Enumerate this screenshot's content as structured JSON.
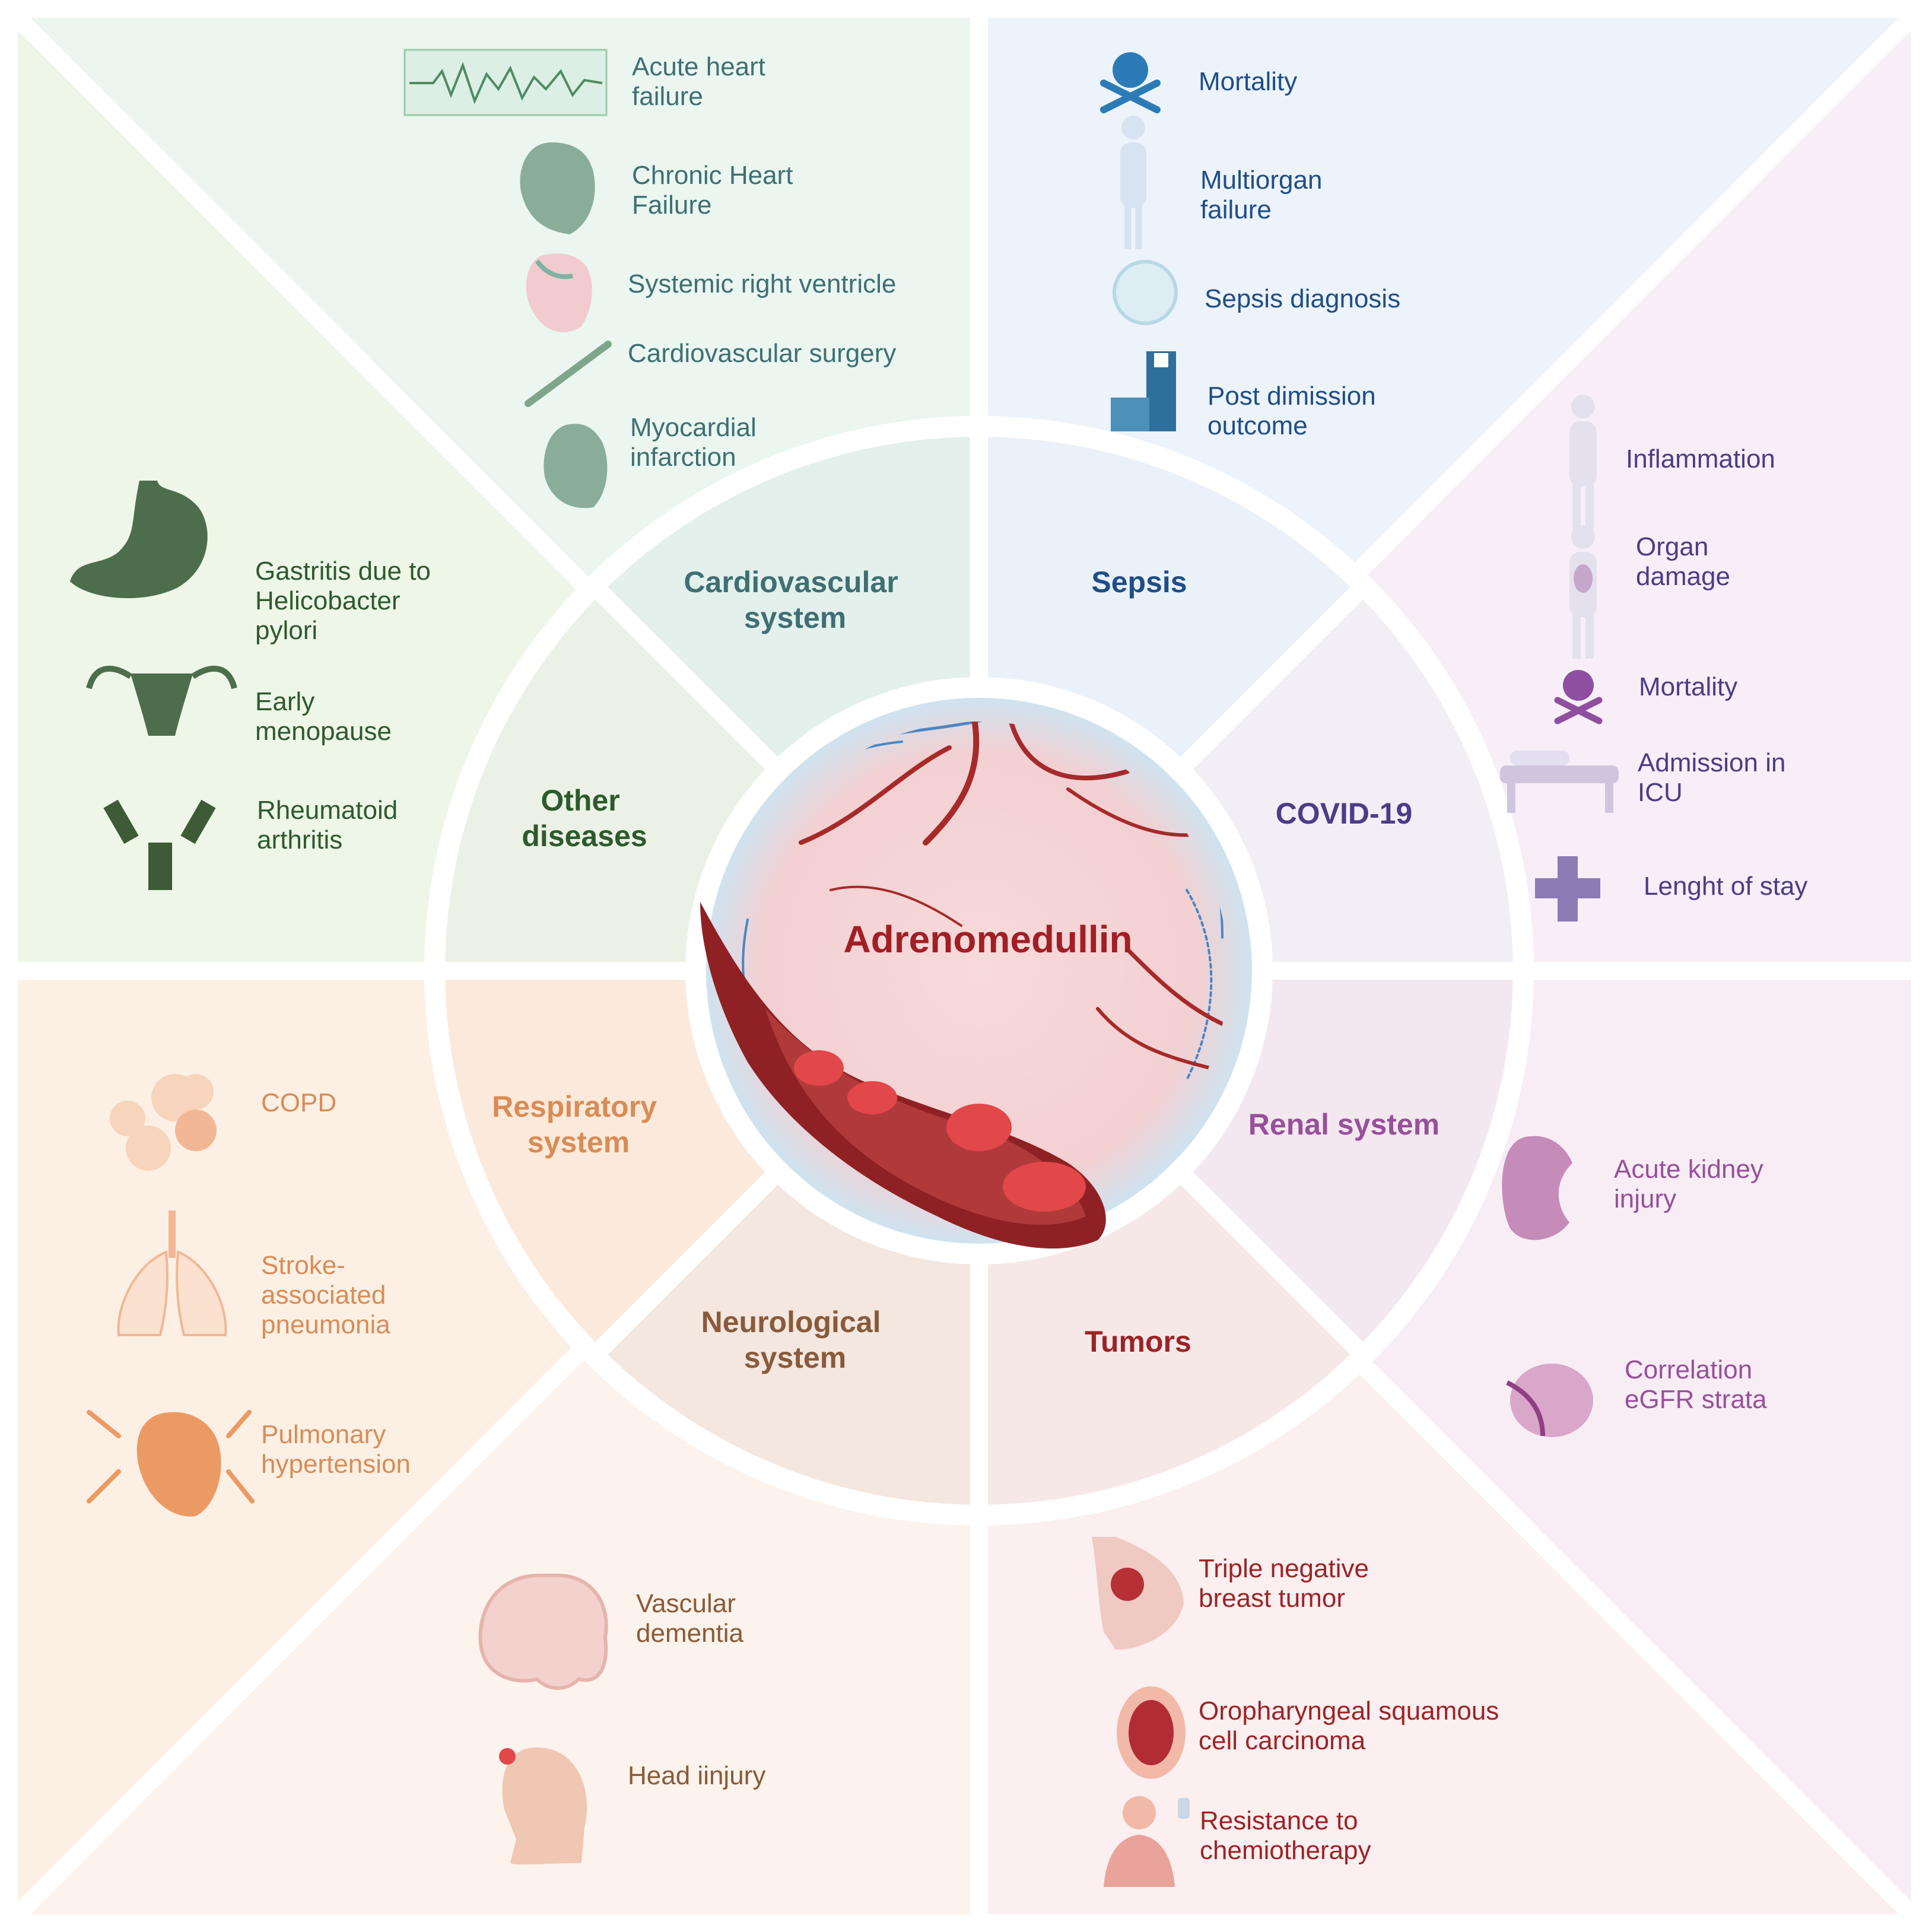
{
  "center": {
    "title": "Adrenomedullin"
  },
  "colors": {
    "cardio": "#3f6f73",
    "sepsis": "#1f4e86",
    "covid": "#4b3d86",
    "renal": "#97509a",
    "tumors": "#9c2426",
    "neuro": "#8a5a3a",
    "resp": "#d98c55",
    "other": "#2e5a2e"
  },
  "sections": {
    "cardio": {
      "line1": "Cardiovascular",
      "line2": "system"
    },
    "sepsis": {
      "line1": "Sepsis"
    },
    "covid": {
      "line1": "COVID-19"
    },
    "renal": {
      "line1": "Renal system"
    },
    "tumors": {
      "line1": "Tumors"
    },
    "neuro": {
      "line1": "Neurological",
      "line2": "system"
    },
    "resp": {
      "line1": "Respiratory",
      "line2": "system"
    },
    "other": {
      "line1": "Other",
      "line2": "diseases"
    }
  },
  "items": {
    "cardio": [
      {
        "l1": "Acute heart",
        "l2": "failure",
        "icon": "ecg-icon"
      },
      {
        "l1": "Chronic Heart",
        "l2": "Failure",
        "icon": "heart-icon"
      },
      {
        "l1": "Systemic right ventricle",
        "icon": "heart-icon"
      },
      {
        "l1": "Cardiovascular surgery",
        "icon": "scalpel-icon"
      },
      {
        "l1": "Myocardial",
        "l2": "infarction",
        "icon": "heart-icon"
      }
    ],
    "sepsis": [
      {
        "l1": "Mortality",
        "icon": "skull-icon"
      },
      {
        "l1": "Multiorgan",
        "l2": "failure",
        "icon": "body-icon"
      },
      {
        "l1": "Sepsis diagnosis",
        "icon": "petri-dish-icon"
      },
      {
        "l1": "Post dimission",
        "l2": "outcome",
        "icon": "hospital-icon"
      }
    ],
    "covid": [
      {
        "l1": "Inflammation",
        "icon": "body-icon"
      },
      {
        "l1": "Organ",
        "l2": "damage",
        "icon": "body-organs-icon"
      },
      {
        "l1": "Mortality",
        "icon": "skull-icon"
      },
      {
        "l1": "Admission in",
        "l2": "ICU",
        "icon": "bed-icon"
      },
      {
        "l1": "Lenght of stay",
        "icon": "cross-icon"
      }
    ],
    "renal": [
      {
        "l1": "Acute kidney",
        "l2": "injury",
        "icon": "kidney-icon"
      },
      {
        "l1": "Correlation",
        "l2": "eGFR strata",
        "icon": "kidney-section-icon"
      }
    ],
    "tumors": [
      {
        "l1": "Triple negative",
        "l2": "breast tumor",
        "icon": "breast-icon"
      },
      {
        "l1": "Oropharyngeal squamous",
        "l2": "cell carcinoma",
        "icon": "mouth-icon"
      },
      {
        "l1": "Resistance to",
        "l2": "chemiotherapy",
        "icon": "patient-iv-icon"
      }
    ],
    "neuro": [
      {
        "l1": "Vascular",
        "l2": "dementia",
        "icon": "brain-icon"
      },
      {
        "l1": "Head iinjury",
        "icon": "head-icon"
      }
    ],
    "resp": [
      {
        "l1": "COPD",
        "icon": "alveoli-icon"
      },
      {
        "l1": "Stroke-",
        "l2": "associated",
        "l3": "pneumonia",
        "icon": "lungs-icon"
      },
      {
        "l1": "Pulmonary",
        "l2": "hypertension",
        "icon": "heart-lungs-icon"
      }
    ],
    "other": [
      {
        "l1": "Gastritis due to",
        "l2": "Helicobacter",
        "l3": "pylori",
        "icon": "stomach-icon"
      },
      {
        "l1": "Early",
        "l2": "menopause",
        "icon": "uterus-icon"
      },
      {
        "l1": "Rheumatoid",
        "l2": "arthritis",
        "icon": "antibody-icon"
      }
    ]
  }
}
